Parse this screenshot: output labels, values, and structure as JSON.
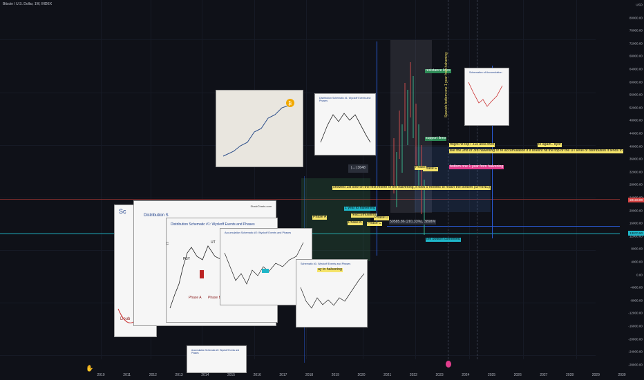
{
  "header": {
    "symbol_title": "Bitcoin / U.S. Dollar, 1W, INDEX"
  },
  "price_axis": {
    "ticks": [
      "USD",
      "80000.00",
      "76000.00",
      "72000.00",
      "68000.00",
      "64000.00",
      "60000.00",
      "56000.00",
      "52000.00",
      "48000.00",
      "44000.00",
      "40000.00",
      "36000.00",
      "32000.00",
      "28000.00",
      "24000.00",
      "20000.00",
      "16000.00",
      "12000.00",
      "8000.00",
      "4000.00",
      "0.00",
      "-4000.00",
      "-8000.00",
      "-12000.00",
      "-16000.00",
      "-20000.00",
      "-24000.00",
      "-28000.00"
    ],
    "current_tag": "22133.00",
    "cyan_tag": "13070.50"
  },
  "time_axis": {
    "ticks": [
      "2010",
      "2011",
      "2012",
      "2013",
      "2014",
      "2015",
      "2016",
      "2017",
      "2018",
      "2019",
      "2020",
      "2021",
      "2022",
      "2023",
      "2024",
      "2025",
      "2026",
      "2027",
      "2028",
      "2029",
      "2030"
    ]
  },
  "annotations": {
    "resistance": "resistance lines",
    "support": "support lines",
    "top_question": "might hit top? 31k area then",
    "dyor": "te again.. dyor",
    "long_note": "like the 2nd or 3rd halvening or re accumulation if it doesnt hit the top or the UT level of distribution it tends to",
    "one_year": "bottom one 1 year from halvening",
    "sow": "showed 1st sow on the first month of the halvening, it took 9 months to reach the bottom (SPRING)",
    "halvening_1y": "1 year to halvening",
    "reaccumulation": "reaccumulation",
    "way_to_halvening": "ay to halvening",
    "phase_a": "Phase A",
    "phase_b": "Phase B",
    "phase_c": "Phase C",
    "phase_d": "Phase D",
    "phase_e": "Phase E",
    "phase_a2": "Phase A",
    "phase": "Phase",
    "measure": "50585.86 (281.33%), 3898W",
    "bars": "|↔| 3648",
    "vertical_text": "Spanish bottom one 1 year from halvening",
    "fake_news": "the bottom confirmed"
  },
  "cards": {
    "dist1_title": "Distribution Schematic #1: Wyckoff Events and Phases",
    "dist2_title": "Distribution Schematic #1: Wyckoff Events and Phases",
    "dist_partial": "Distribution S",
    "acc_title": "Accumulation Schematic #2: Wyckoff Events and Phases",
    "acc2_title": "Accumulation Schematic #2: Wyckoff Events and Phases",
    "acc3_title": "Schematics of Accumulation",
    "sc_partial": "Sc",
    "acc_small": "Schematic #1: Wyckoff Events and Phases",
    "bc": "BC",
    "ut": "UT",
    "psy": "PSY",
    "phase_a_red": "Phase A",
    "phase_b_red": "Phase B",
    "phase_red": "Phase",
    "doub": "Doub",
    "brand": "StockCharts.com"
  },
  "colors": {
    "bg": "#0f1118",
    "cyan": "#1fb6c8",
    "yellow": "#f5e46a",
    "green": "#2e8b57",
    "pink": "#e23d8d",
    "red": "#e05050"
  }
}
